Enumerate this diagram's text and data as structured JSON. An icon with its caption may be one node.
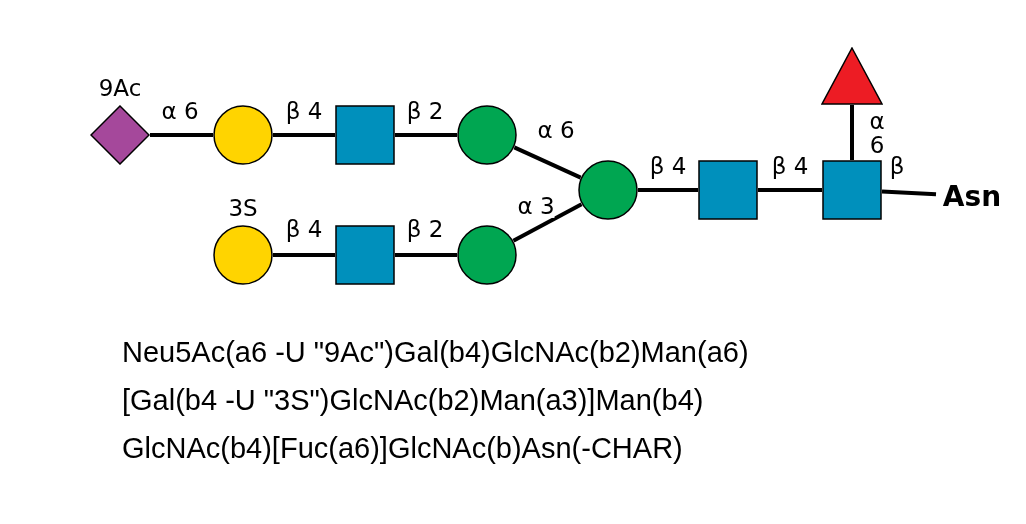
{
  "diagram": {
    "nodes": [
      {
        "text": [],
        "shape": "diamond",
        "beside": [
          "9Ac"
        ]
      },
      {
        "text": [],
        "shape": "circle"
      },
      {
        "text": [],
        "shape": "box"
      },
      {
        "text": [],
        "shape": "circle"
      },
      {
        "text": [],
        "shape": "circle",
        "beside": [
          "3S"
        ]
      },
      {
        "text": [],
        "shape": "box"
      },
      {
        "text": [],
        "shape": "circle"
      },
      {
        "text": [],
        "shape": "circle"
      },
      {
        "text": [],
        "shape": "box"
      },
      {
        "text": [],
        "shape": "box"
      },
      {
        "text": [],
        "shape": "triangle"
      },
      {
        "text": [
          "Asn"
        ]
      }
    ],
    "edges": [
      {
        "from": 0,
        "to": 1,
        "arrow": "none",
        "label": "α 6"
      },
      {
        "from": 1,
        "to": 2,
        "arrow": "none",
        "label": "β 4"
      },
      {
        "from": 2,
        "to": 3,
        "arrow": "none",
        "label": "β 2"
      },
      {
        "from": 3,
        "to": 7,
        "arrow": "none",
        "label": "α 6"
      },
      {
        "from": 4,
        "to": 5,
        "arrow": "none",
        "label": "β 4"
      },
      {
        "from": 5,
        "to": 6,
        "arrow": "none",
        "label": "β 2"
      },
      {
        "from": 6,
        "to": 7,
        "arrow": "none",
        "label": "α 3"
      },
      {
        "from": 7,
        "to": 8,
        "arrow": "none",
        "label": "β 4"
      },
      {
        "from": 8,
        "to": 9,
        "arrow": "none",
        "label": "β 4"
      },
      {
        "from": 10,
        "to": 9,
        "arrow": "none",
        "label": "α 6"
      },
      {
        "from": 9,
        "to": 11,
        "arrow": "none",
        "label": "β"
      }
    ],
    "labels": [
      "Neu5Ac(a6 -U \"9Ac\")Gal(b4)GlcNAc(b2)Man(a6)",
      "[Gal(b4 -U \"3S\")GlcNAc(b2)Man(a3)]Man(b4)",
      "GlcNAc(b4)[Fuc(a6)]GlcNAc(b)Asn(-CHAR)"
    ]
  }
}
